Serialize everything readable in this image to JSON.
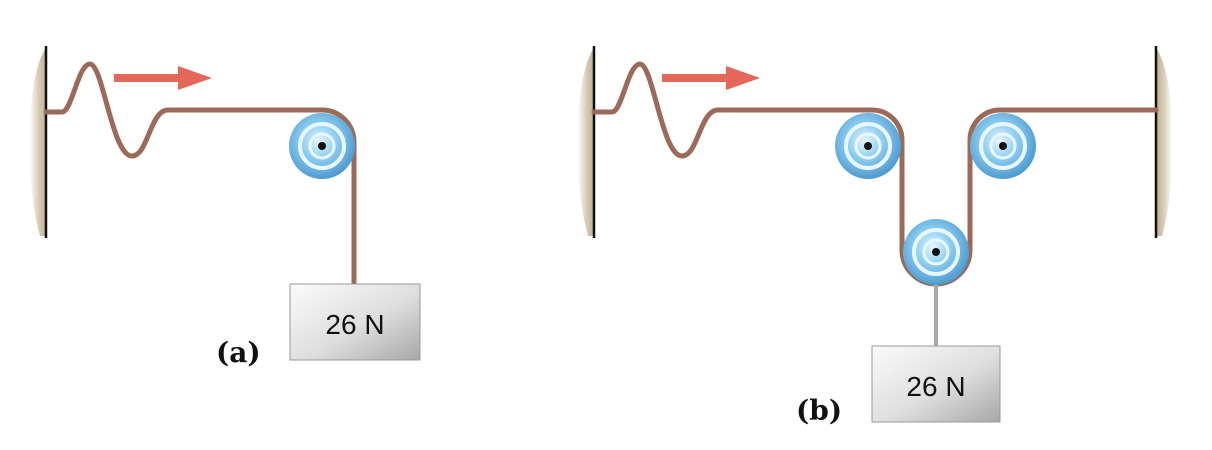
{
  "colors": {
    "rope": "#9b6a58",
    "arrow": "#e4675a",
    "wall": "#cfc3ac",
    "wall_line": "#111111",
    "pulley_outer": "#69b6e6",
    "pulley_inner": "#c9ebfb",
    "block_light": "#f1f1f1",
    "block_dark": "#a9a9a9",
    "hanger": "#a8a8a8"
  },
  "panels": {
    "a": {
      "label": "(a)",
      "weight_text": "26 N"
    },
    "b": {
      "label": "(b)",
      "weight_text": "26 N"
    }
  },
  "icons": {
    "arrow": "right-arrow-icon",
    "pulley": "pulley-icon",
    "wall": "wall-icon",
    "block": "weight-block-icon"
  }
}
